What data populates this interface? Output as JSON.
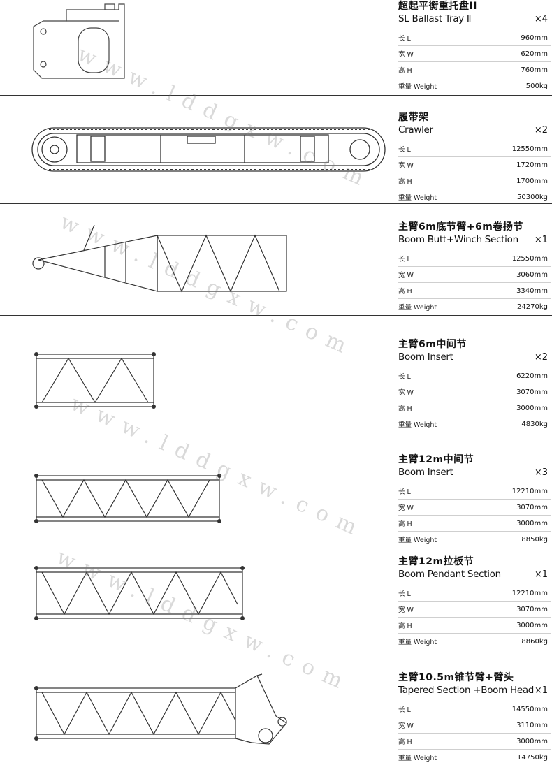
{
  "components": [
    {
      "cn": "超起平衡重托盘II",
      "en": "SL Ballast Tray Ⅱ",
      "qty": "×4",
      "specs": [
        {
          "label": "长 L",
          "value": "960mm"
        },
        {
          "label": "宽 W",
          "value": "620mm"
        },
        {
          "label": "高 H",
          "value": "760mm"
        },
        {
          "label": "重量 Weight",
          "value": "500kg"
        }
      ]
    },
    {
      "cn": "履带架",
      "en": "Crawler",
      "qty": "×2",
      "specs": [
        {
          "label": "长 L",
          "value": "12550mm"
        },
        {
          "label": "宽 W",
          "value": "1720mm"
        },
        {
          "label": "高 H",
          "value": "1700mm"
        },
        {
          "label": "重量 Weight",
          "value": "50300kg"
        }
      ]
    },
    {
      "cn": "主臂6m底节臂+6m卷扬节",
      "en": "Boom Butt+Winch Section",
      "qty": "×1",
      "specs": [
        {
          "label": "长 L",
          "value": "12550mm"
        },
        {
          "label": "宽 W",
          "value": "3060mm"
        },
        {
          "label": "高 H",
          "value": "3340mm"
        },
        {
          "label": "重量 Weight",
          "value": "24270kg"
        }
      ]
    },
    {
      "cn": "主臂6m中间节",
      "en": "Boom Insert",
      "qty": "×2",
      "specs": [
        {
          "label": "长 L",
          "value": "6220mm"
        },
        {
          "label": "宽 W",
          "value": "3070mm"
        },
        {
          "label": "高 H",
          "value": "3000mm"
        },
        {
          "label": "重量 Weight",
          "value": "4830kg"
        }
      ]
    },
    {
      "cn": "主臂12m中间节",
      "en": "Boom Insert",
      "qty": "×3",
      "specs": [
        {
          "label": "长 L",
          "value": "12210mm"
        },
        {
          "label": "宽 W",
          "value": "3070mm"
        },
        {
          "label": "高 H",
          "value": "3000mm"
        },
        {
          "label": "重量 Weight",
          "value": "8850kg"
        }
      ]
    },
    {
      "cn": "主臂12m拉板节",
      "en": "Boom Pendant Section",
      "qty": "×1",
      "specs": [
        {
          "label": "长 L",
          "value": "12210mm"
        },
        {
          "label": "宽 W",
          "value": "3070mm"
        },
        {
          "label": "高 H",
          "value": "3000mm"
        },
        {
          "label": "重量 Weight",
          "value": "8860kg"
        }
      ]
    },
    {
      "cn": "主臂10.5m锥节臂+臂头",
      "en": "Tapered Section +Boom Head",
      "qty": "×1",
      "specs": [
        {
          "label": "长 L",
          "value": "14550mm"
        },
        {
          "label": "宽 W",
          "value": "3110mm"
        },
        {
          "label": "高 H",
          "value": "3000mm"
        },
        {
          "label": "重量 Weight",
          "value": "14750kg"
        }
      ]
    }
  ],
  "watermark": "www.lddgxw.com"
}
